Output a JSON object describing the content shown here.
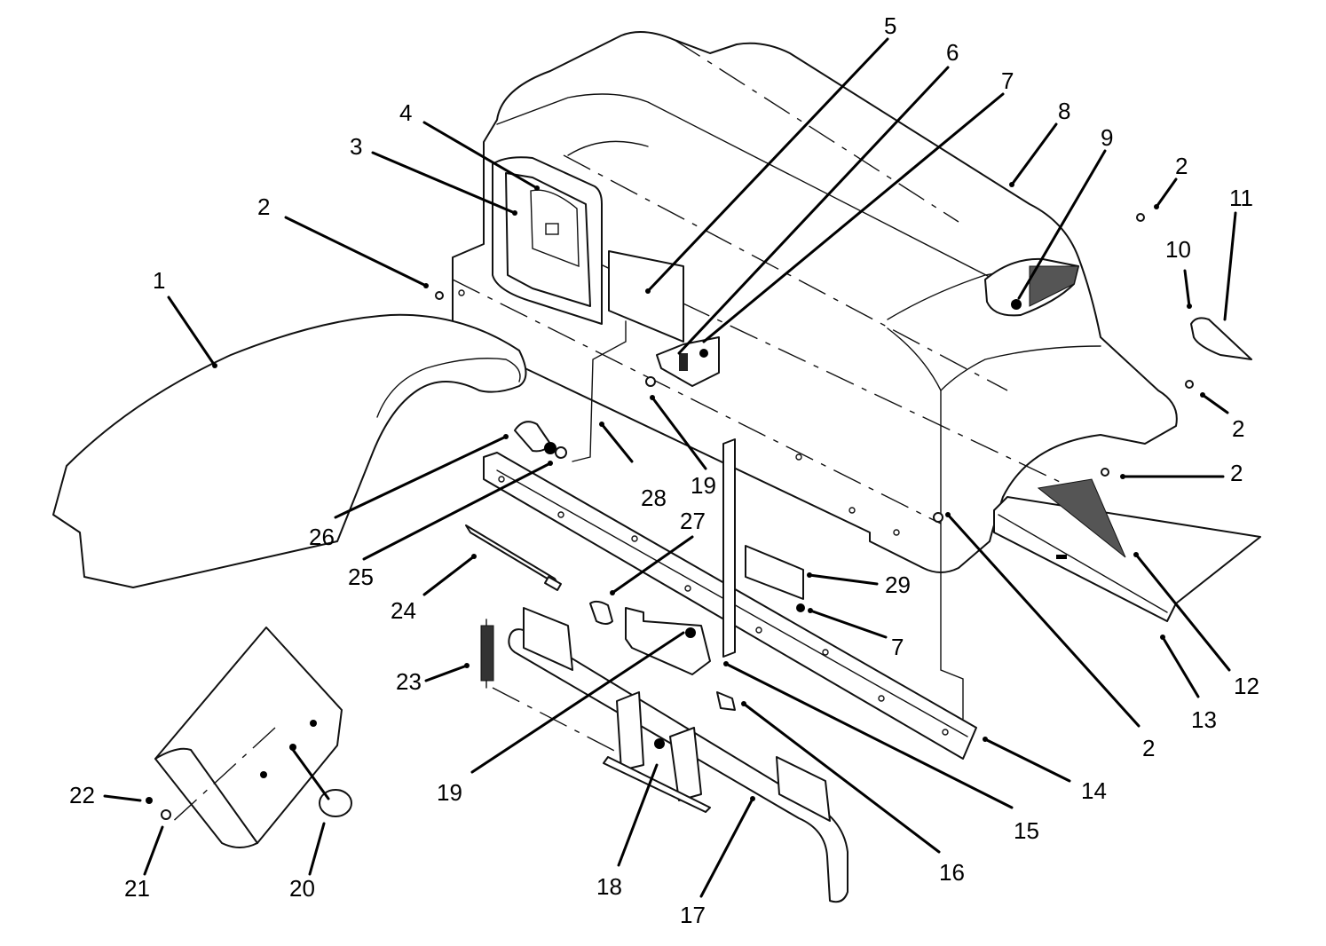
{
  "diagram": {
    "callouts": [
      {
        "id": "c1",
        "text": "1"
      },
      {
        "id": "c2a",
        "text": "2"
      },
      {
        "id": "c2b",
        "text": "2"
      },
      {
        "id": "c2c",
        "text": "2"
      },
      {
        "id": "c2d",
        "text": "2"
      },
      {
        "id": "c2e",
        "text": "2"
      },
      {
        "id": "c3",
        "text": "3"
      },
      {
        "id": "c4",
        "text": "4"
      },
      {
        "id": "c5",
        "text": "5"
      },
      {
        "id": "c6",
        "text": "6"
      },
      {
        "id": "c7a",
        "text": "7"
      },
      {
        "id": "c7b",
        "text": "7"
      },
      {
        "id": "c8",
        "text": "8"
      },
      {
        "id": "c9",
        "text": "9"
      },
      {
        "id": "c10",
        "text": "10"
      },
      {
        "id": "c11",
        "text": "11"
      },
      {
        "id": "c12",
        "text": "12"
      },
      {
        "id": "c13",
        "text": "13"
      },
      {
        "id": "c14",
        "text": "14"
      },
      {
        "id": "c15",
        "text": "15"
      },
      {
        "id": "c16",
        "text": "16"
      },
      {
        "id": "c17",
        "text": "17"
      },
      {
        "id": "c18",
        "text": "18"
      },
      {
        "id": "c19a",
        "text": "19"
      },
      {
        "id": "c19b",
        "text": "19"
      },
      {
        "id": "c20",
        "text": "20"
      },
      {
        "id": "c21",
        "text": "21"
      },
      {
        "id": "c22",
        "text": "22"
      },
      {
        "id": "c23",
        "text": "23"
      },
      {
        "id": "c24",
        "text": "24"
      },
      {
        "id": "c25",
        "text": "25"
      },
      {
        "id": "c26",
        "text": "26"
      },
      {
        "id": "c27",
        "text": "27"
      },
      {
        "id": "c28",
        "text": "28"
      },
      {
        "id": "c29",
        "text": "29"
      }
    ]
  }
}
